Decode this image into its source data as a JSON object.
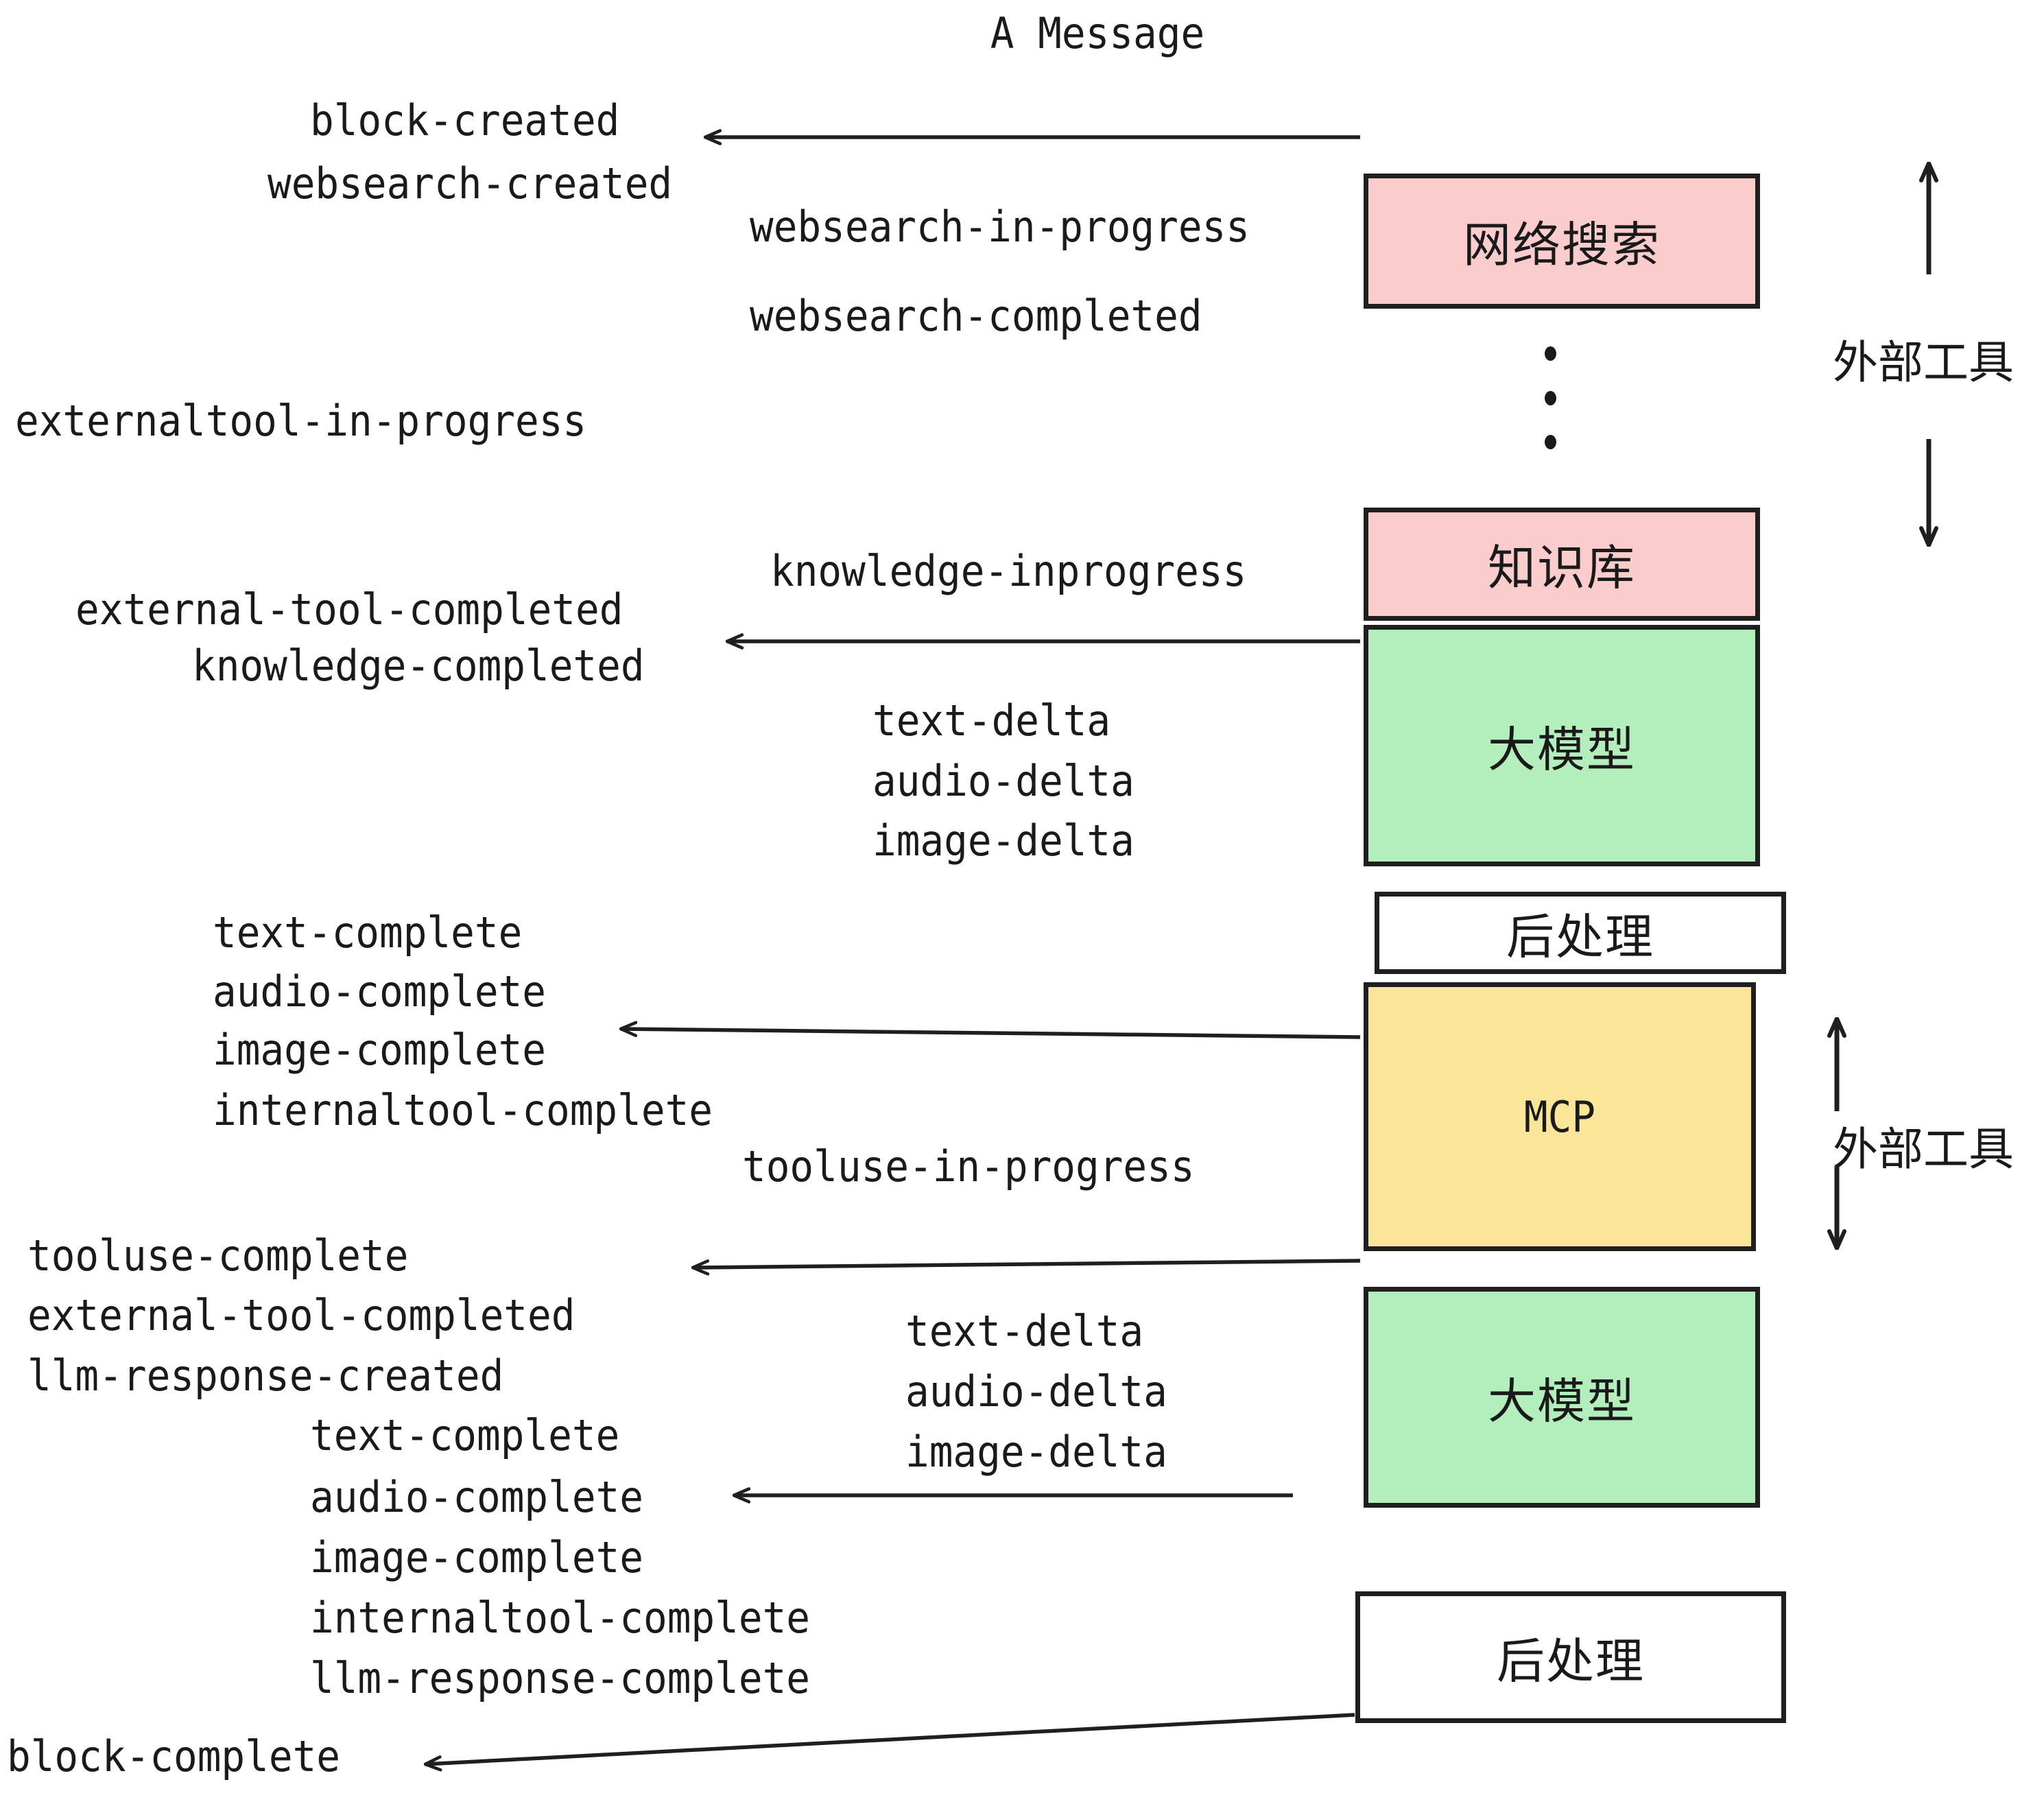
{
  "title": "A Message",
  "colors": {
    "pink": "#fbcccc",
    "green": "#b3eebd",
    "yellow": "#fbe599",
    "white": "#ffffff",
    "stroke": "#1f1f1f",
    "text": "#1a1a1a"
  },
  "boxes": [
    {
      "id": "websearch",
      "label": "网络搜索",
      "fill": "#fbcccc"
    },
    {
      "id": "knowledge",
      "label": "知识库",
      "fill": "#fbcccc"
    },
    {
      "id": "llm-1",
      "label": "大模型",
      "fill": "#b3eebd"
    },
    {
      "id": "postprocess-1",
      "label": "后处理",
      "fill": "#ffffff"
    },
    {
      "id": "mcp",
      "label": "MCP",
      "fill": "#fbe599"
    },
    {
      "id": "llm-2",
      "label": "大模型",
      "fill": "#b3eebd"
    },
    {
      "id": "postprocess-2",
      "label": "后处理",
      "fill": "#ffffff"
    }
  ],
  "side_annotations": [
    {
      "id": "external-tools-top",
      "label": "外部工具"
    },
    {
      "id": "external-tools-bottom",
      "label": "外部工具"
    }
  ],
  "events": {
    "block_created": "block-created",
    "websearch_created": "websearch-created",
    "websearch_in_progress": "websearch-in-progress",
    "websearch_completed": "websearch-completed",
    "externaltool_in_progress": "externaltool-in-progress",
    "knowledge_inprogress": "knowledge-inprogress",
    "external_tool_completed_1": "external-tool-completed",
    "knowledge_completed": "knowledge-completed",
    "text_delta_1": "text-delta",
    "audio_delta_1": "audio-delta",
    "image_delta_1": "image-delta",
    "text_complete_1": "text-complete",
    "audio_complete_1": "audio-complete",
    "image_complete_1": "image-complete",
    "internaltool_complete_1": "internaltool-complete",
    "tooluse_in_progress": "tooluse-in-progress",
    "tooluse_complete": "tooluse-complete",
    "external_tool_completed_2": "external-tool-completed",
    "llm_response_created": "llm-response-created",
    "text_delta_2": "text-delta",
    "audio_delta_2": "audio-delta",
    "image_delta_2": "image-delta",
    "text_complete_2": "text-complete",
    "audio_complete_2": "audio-complete",
    "image_complete_2": "image-complete",
    "internaltool_complete_2": "internaltool-complete",
    "llm_response_complete": "llm-response-complete",
    "block_complete": "block-complete"
  },
  "ellipsis": "⋮"
}
